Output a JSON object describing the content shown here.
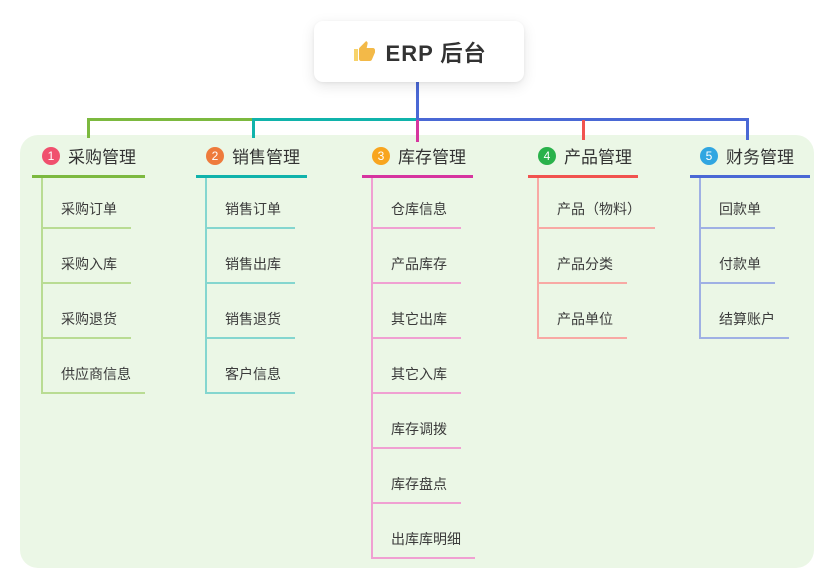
{
  "root": {
    "label": "ERP 后台",
    "icon": "thumbs-up-icon",
    "line_color": "#4a68d5"
  },
  "canvas": {
    "background": "#ffffff",
    "panel_color": "#ebf7e6"
  },
  "branches": [
    {
      "index": "1",
      "label": "采购管理",
      "badge_color": "#f0506e",
      "line_color": "#7cb93f",
      "child_line_color": "#b9dc93",
      "children": [
        "采购订单",
        "采购入库",
        "采购退货",
        "供应商信息"
      ]
    },
    {
      "index": "2",
      "label": "销售管理",
      "badge_color": "#ee7b3c",
      "line_color": "#10b3ab",
      "child_line_color": "#84d6cf",
      "children": [
        "销售订单",
        "销售出库",
        "销售退货",
        "客户信息"
      ]
    },
    {
      "index": "3",
      "label": "库存管理",
      "badge_color": "#f8a51f",
      "line_color": "#d6359f",
      "child_line_color": "#f0a0d2",
      "children": [
        "仓库信息",
        "产品库存",
        "其它出库",
        "其它入库",
        "库存调拨",
        "库存盘点",
        "出库库明细"
      ]
    },
    {
      "index": "4",
      "label": "产品管理",
      "badge_color": "#2ab24b",
      "line_color": "#f1534f",
      "child_line_color": "#f8a9a4",
      "children": [
        "产品（物料）",
        "产品分类",
        "产品单位"
      ]
    },
    {
      "index": "5",
      "label": "财务管理",
      "badge_color": "#31a6e1",
      "line_color": "#4a68d5",
      "child_line_color": "#9fb0e4",
      "children": [
        "回款单",
        "付款单",
        "结算账户"
      ]
    }
  ]
}
